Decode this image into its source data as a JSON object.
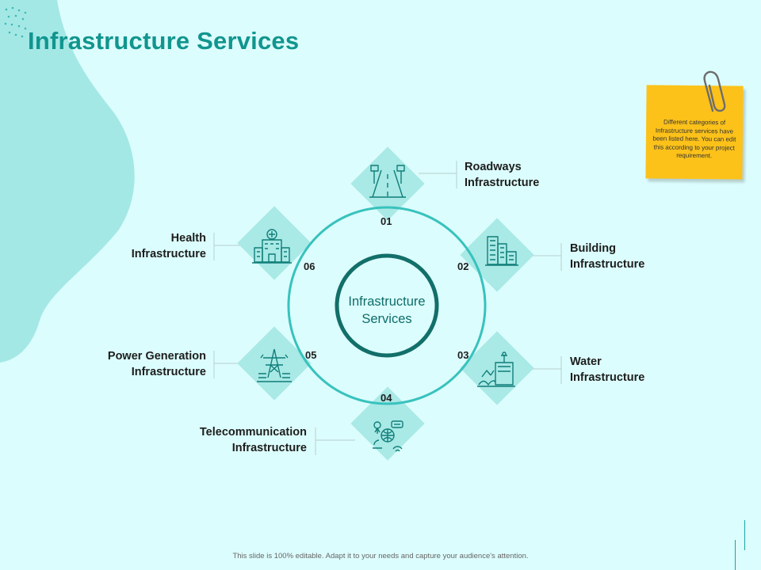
{
  "slide": {
    "title": "Infrastructure Services"
  },
  "center": {
    "line1": "Infrastructure",
    "line2": "Services"
  },
  "items": [
    {
      "num": "01",
      "line1": "Roadways",
      "line2": "Infrastructure",
      "icon": "road-icon"
    },
    {
      "num": "02",
      "line1": "Building",
      "line2": "Infrastructure",
      "icon": "building-icon"
    },
    {
      "num": "03",
      "line1": "Water",
      "line2": "Infrastructure",
      "icon": "water-tank-icon"
    },
    {
      "num": "04",
      "line1": "Telecommunication",
      "line2": "Infrastructure",
      "icon": "telecom-icon"
    },
    {
      "num": "05",
      "line1": "Power Generation",
      "line2": "Infrastructure",
      "icon": "power-tower-icon"
    },
    {
      "num": "06",
      "line1": "Health",
      "line2": "Infrastructure",
      "icon": "hospital-icon"
    }
  ],
  "note": {
    "text": "Different categories of Infrastructure services have been listed here. You can edit this according to your project requirement."
  },
  "footer": {
    "text": "This slide is 100% editable.  Adapt it to your needs and capture your audience's attention."
  },
  "colors": {
    "background": "#dcfdfd",
    "blob": "#a4e8e6",
    "accent": "#19a6a1",
    "diamond": "#a9e9e6",
    "dark_ring": "#126f69",
    "title": "#11958f",
    "note": "#fcc21a"
  }
}
